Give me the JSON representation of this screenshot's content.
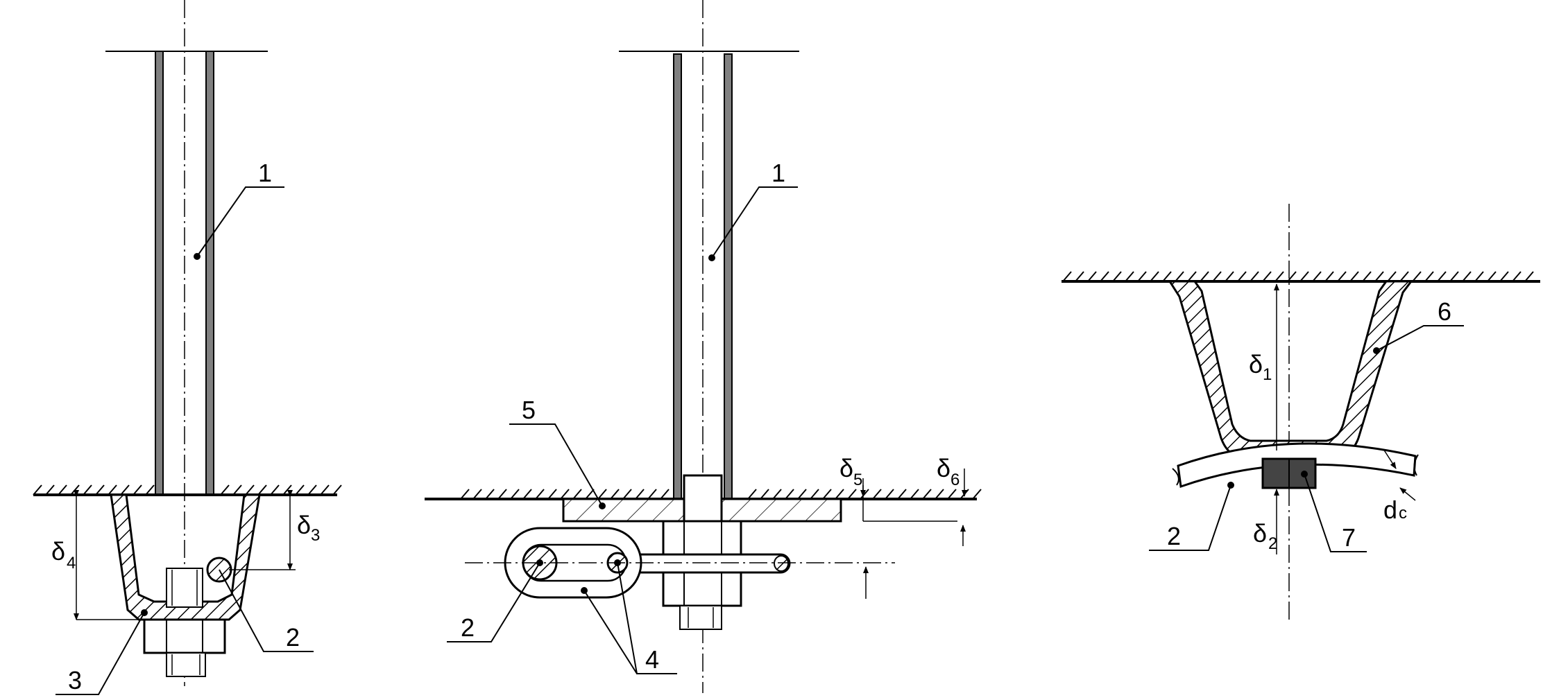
{
  "figure": {
    "left": {
      "labels": {
        "l1": "1",
        "l2": "2",
        "l3": "3"
      },
      "dims": {
        "d4": {
          "sym": "δ",
          "sub": "4"
        },
        "d3": {
          "sym": "δ",
          "sub": "3"
        }
      }
    },
    "middle": {
      "labels": {
        "l1": "1",
        "l2": "2",
        "l4": "4",
        "l5": "5"
      },
      "dims": {
        "d5": {
          "sym": "δ",
          "sub": "5"
        },
        "d6": {
          "sym": "δ",
          "sub": "6"
        }
      }
    },
    "right": {
      "labels": {
        "l6": "6",
        "l2": "2",
        "l7": "7"
      },
      "dims": {
        "d1": {
          "sym": "δ",
          "sub": "1"
        },
        "d2": {
          "sym": "δ",
          "sub": "2"
        },
        "dc": {
          "sym": "d",
          "sub": "c"
        }
      }
    }
  }
}
